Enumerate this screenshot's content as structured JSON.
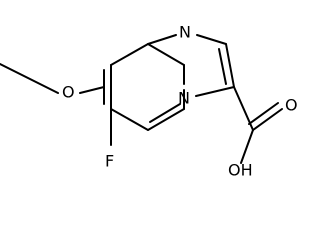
{
  "molecule": {
    "atoms": {
      "nitrogen_imine": "N",
      "nitrogen_bridge": "N",
      "fluorine": "F",
      "methoxy_oxygen": "O",
      "carbonyl_oxygen": "O",
      "hydroxyl": "OH"
    }
  }
}
